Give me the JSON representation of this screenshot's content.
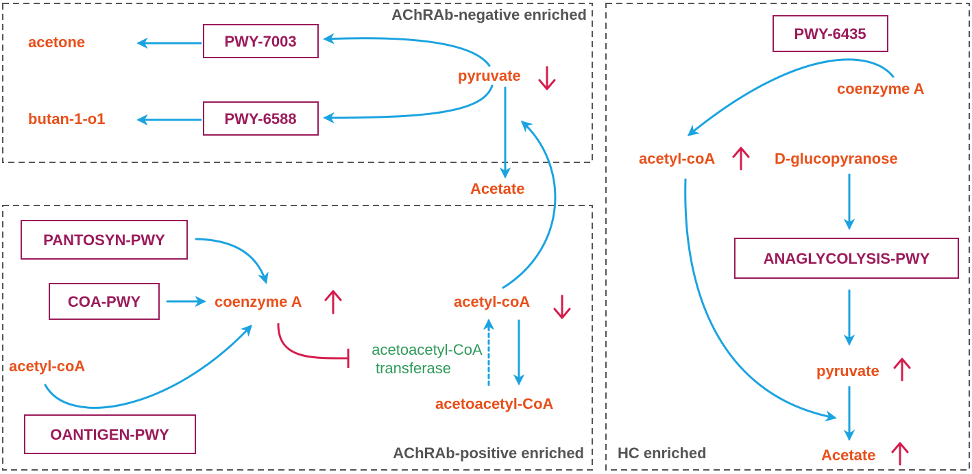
{
  "colors": {
    "metabolite": "#e8501b",
    "pathway": "#9b1b5a",
    "arrow": "#1aa3e0",
    "change": "#d41c4c",
    "enzyme": "#2e9a5a",
    "region_border": "#555555"
  },
  "regions": {
    "negative": "AChRAb-negative enriched",
    "positive": "AChRAb-positive enriched",
    "hc": "HC enriched"
  },
  "pathways": {
    "pwy7003": "PWY-7003",
    "pwy6588": "PWY-6588",
    "pantosyn": "PANTOSYN-PWY",
    "coa": "COA-PWY",
    "oantigen": "OANTIGEN-PWY",
    "pwy6435": "PWY-6435",
    "anaglycolysis": "ANAGLYCOLYSIS-PWY"
  },
  "metabolites": {
    "acetone": "acetone",
    "butanol": "butan-1-o1",
    "pyruvate_neg": "pyruvate",
    "acetate_mid": "Acetate",
    "coenzyme_a_pos": "coenzyme A",
    "acetyl_coa_pos_left": "acetyl-coA",
    "acetyl_coa_pos_right": "acetyl-coA",
    "acetoacetyl_coa": "acetoacetyl-CoA",
    "coenzyme_a_hc": "coenzyme A",
    "acetyl_coa_hc": "acetyl-coA",
    "d_glucopyranose": "D-glucopyranose",
    "pyruvate_hc": "pyruvate",
    "acetate_hc": "Acetate"
  },
  "enzyme": {
    "line1": "acetoacetyl-CoA",
    "line2": "transferase"
  }
}
